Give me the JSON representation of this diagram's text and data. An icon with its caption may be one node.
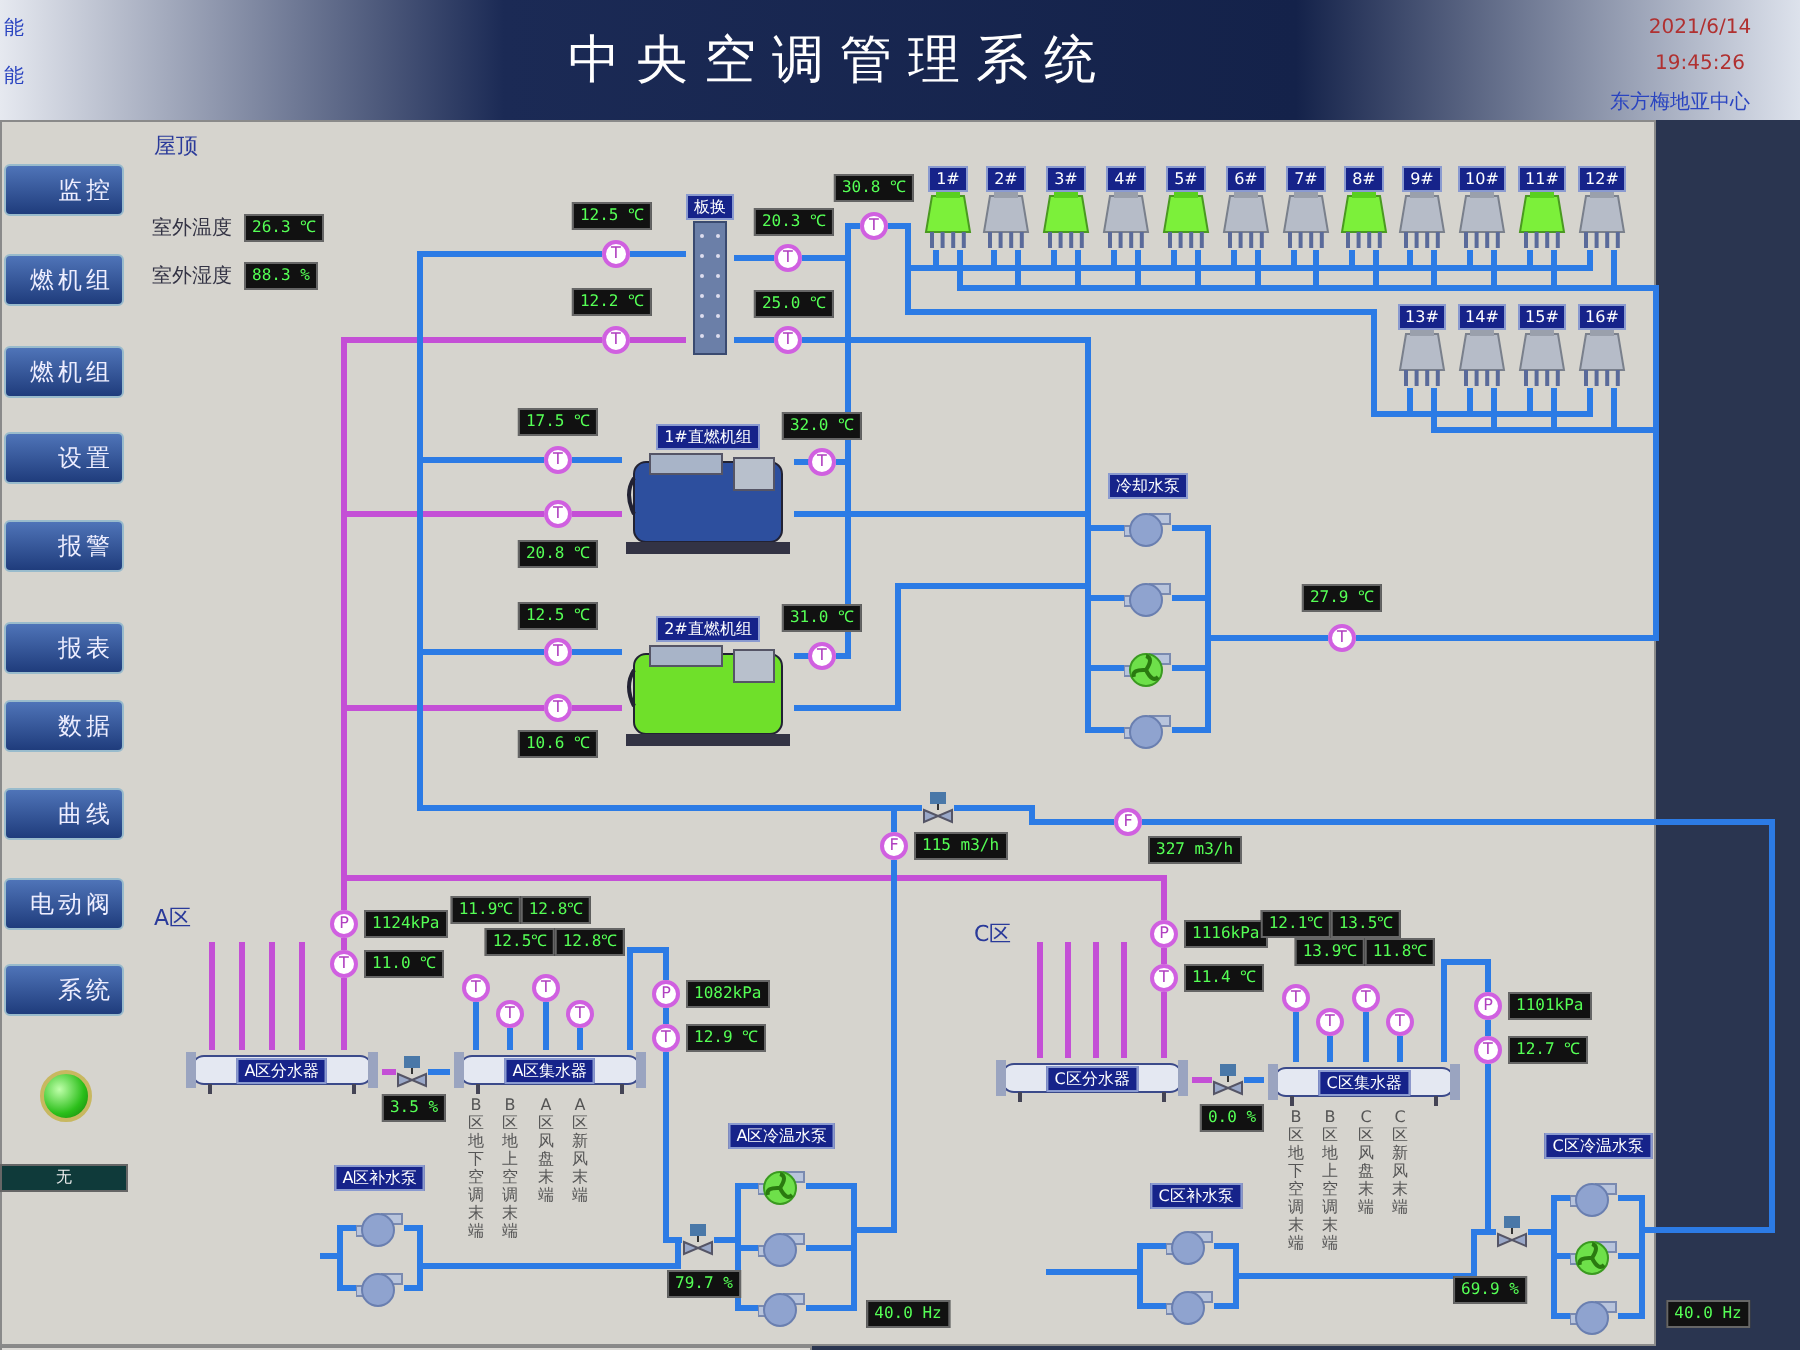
{
  "diagram": {
    "title": "中央空调管理系统",
    "nodes": [
      {
        "text": [
          "板换"
        ]
      },
      {
        "text": [
          "1#直燃机组"
        ]
      },
      {
        "text": [
          "2#直燃机组"
        ]
      },
      {
        "text": [
          "1#"
        ]
      },
      {
        "text": [
          "2#"
        ]
      },
      {
        "text": [
          "3#"
        ]
      },
      {
        "text": [
          "4#"
        ]
      },
      {
        "text": [
          "5#"
        ]
      },
      {
        "text": [
          "6#"
        ]
      },
      {
        "text": [
          "7#"
        ]
      },
      {
        "text": [
          "8#"
        ]
      },
      {
        "text": [
          "9#"
        ]
      },
      {
        "text": [
          "10#"
        ]
      },
      {
        "text": [
          "11#"
        ]
      },
      {
        "text": [
          "12#"
        ]
      },
      {
        "text": [
          "13#"
        ]
      },
      {
        "text": [
          "14#"
        ]
      },
      {
        "text": [
          "15#"
        ]
      },
      {
        "text": [
          "16#"
        ]
      },
      {
        "text": [],
        "shape": "pump"
      },
      {
        "text": [],
        "shape": "pump"
      },
      {
        "text": [],
        "shape": "pump"
      },
      {
        "text": [],
        "shape": "pump"
      },
      {
        "text": [
          "A区分水器"
        ]
      },
      {
        "text": [
          "A区集水器"
        ]
      },
      {
        "text": [],
        "shape": "pump"
      },
      {
        "text": [],
        "shape": "pump"
      },
      {
        "text": [],
        "shape": "pump"
      },
      {
        "text": [],
        "shape": "pump"
      },
      {
        "text": [],
        "shape": "pump"
      },
      {
        "text": [
          "C区分水器"
        ]
      },
      {
        "text": [
          "C区集水器"
        ]
      },
      {
        "text": [],
        "shape": "pump"
      },
      {
        "text": [],
        "shape": "pump"
      },
      {
        "text": [],
        "shape": "pump"
      },
      {
        "text": [],
        "shape": "pump"
      },
      {
        "text": [],
        "shape": "pump"
      },
      {
        "text": [],
        "shape": "valve",
        "beside": [
          "3.5 %"
        ]
      },
      {
        "text": [],
        "shape": "valve",
        "beside": [
          "79.7 %"
        ]
      },
      {
        "text": [],
        "shape": "valve",
        "beside": [
          "0.0 %"
        ]
      },
      {
        "text": [],
        "shape": "valve",
        "beside": [
          "69.9 %"
        ]
      },
      {
        "text": [
          "T"
        ],
        "beside": [
          "12.5 ℃"
        ]
      },
      {
        "text": [
          "T"
        ],
        "beside": [
          "12.2 ℃"
        ]
      },
      {
        "text": [
          "T"
        ],
        "beside": [
          "20.3 ℃"
        ]
      },
      {
        "text": [
          "T"
        ],
        "beside": [
          "25.0 ℃"
        ]
      },
      {
        "text": [
          "T"
        ],
        "beside": [
          "30.8 ℃"
        ]
      },
      {
        "text": [
          "T"
        ],
        "beside": [
          "17.5 ℃"
        ]
      },
      {
        "text": [
          "T"
        ],
        "beside": [
          "20.8 ℃"
        ]
      },
      {
        "text": [
          "T"
        ],
        "beside": [
          "32.0 ℃"
        ]
      },
      {
        "text": [
          "T"
        ],
        "beside": [
          "12.5 ℃"
        ]
      },
      {
        "text": [
          "T"
        ],
        "beside": [
          "10.6 ℃"
        ]
      },
      {
        "text": [
          "T"
        ],
        "beside": [
          "31.0 ℃"
        ]
      },
      {
        "text": [
          "T"
        ],
        "beside": [
          "27.9 ℃"
        ]
      },
      {
        "text": [
          "F"
        ],
        "beside": [
          "115 m3/h"
        ]
      },
      {
        "text": [
          "F"
        ],
        "beside": [
          "327 m3/h"
        ]
      },
      {
        "text": [
          "P"
        ],
        "beside": [
          "1124kPa"
        ]
      },
      {
        "text": [
          "T"
        ],
        "beside": [
          "11.0 ℃"
        ]
      },
      {
        "text": [
          "T"
        ]
      },
      {
        "text": [
          "T"
        ]
      },
      {
        "text": [
          "T"
        ]
      },
      {
        "text": [
          "T"
        ]
      },
      {
        "text": [
          "P"
        ],
        "beside": [
          "1082kPa"
        ]
      },
      {
        "text": [
          "T"
        ],
        "beside": [
          "12.9 ℃"
        ]
      },
      {
        "text": [
          "P"
        ],
        "beside": [
          "1116kPa"
        ]
      },
      {
        "text": [
          "T"
        ],
        "beside": [
          "11.4 ℃"
        ]
      },
      {
        "text": [
          "T"
        ]
      },
      {
        "text": [
          "T"
        ]
      },
      {
        "text": [
          "T"
        ]
      },
      {
        "text": [
          "T"
        ]
      },
      {
        "text": [
          "P"
        ],
        "beside": [
          "1101kPa"
        ]
      },
      {
        "text": [
          "T"
        ],
        "beside": [
          "12.7 ℃"
        ]
      },
      {
        "text": [],
        "shape": "valve"
      }
    ],
    "edges": [
      {
        "from": 41,
        "to": 0,
        "arrow": "none"
      },
      {
        "from": 42,
        "to": 0,
        "arrow": "none",
        "color": "#c44fd6"
      },
      {
        "from": 0,
        "to": 43,
        "arrow": "none"
      },
      {
        "from": 0,
        "to": 44,
        "arrow": "none"
      },
      {
        "from": 43,
        "to": 45,
        "arrow": "none"
      },
      {
        "from": 44,
        "to": 21,
        "arrow": "none"
      },
      {
        "from": 44,
        "to": 22,
        "arrow": "none"
      },
      {
        "from": 46,
        "to": 1,
        "arrow": "none"
      },
      {
        "from": 47,
        "to": 1,
        "arrow": "none",
        "color": "#c44fd6"
      },
      {
        "from": 1,
        "to": 48,
        "arrow": "none"
      },
      {
        "from": 49,
        "to": 2,
        "arrow": "none"
      },
      {
        "from": 50,
        "to": 2,
        "arrow": "none",
        "color": "#c44fd6"
      },
      {
        "from": 2,
        "to": 51,
        "arrow": "none"
      },
      {
        "from": 48,
        "to": 45,
        "arrow": "none"
      },
      {
        "from": 51,
        "to": 45,
        "arrow": "none"
      },
      {
        "from": 45,
        "to": 3,
        "arrow": "none"
      },
      {
        "from": 45,
        "to": 4,
        "arrow": "none"
      },
      {
        "from": 45,
        "to": 5,
        "arrow": "none"
      },
      {
        "from": 45,
        "to": 6,
        "arrow": "none"
      },
      {
        "from": 45,
        "to": 7,
        "arrow": "none"
      },
      {
        "from": 45,
        "to": 8,
        "arrow": "none"
      },
      {
        "from": 45,
        "to": 9,
        "arrow": "none"
      },
      {
        "from": 45,
        "to": 10,
        "arrow": "none"
      },
      {
        "from": 45,
        "to": 11,
        "arrow": "none"
      },
      {
        "from": 45,
        "to": 12,
        "arrow": "none"
      },
      {
        "from": 45,
        "to": 13,
        "arrow": "none"
      },
      {
        "from": 45,
        "to": 14,
        "arrow": "none"
      },
      {
        "from": 45,
        "to": 15,
        "arrow": "none"
      },
      {
        "from": 45,
        "to": 16,
        "arrow": "none"
      },
      {
        "from": 45,
        "to": 17,
        "arrow": "none"
      },
      {
        "from": 45,
        "to": 18,
        "arrow": "none"
      },
      {
        "from": 3,
        "to": 52,
        "arrow": "none"
      },
      {
        "from": 4,
        "to": 52,
        "arrow": "none"
      },
      {
        "from": 5,
        "to": 52,
        "arrow": "none"
      },
      {
        "from": 6,
        "to": 52,
        "arrow": "none"
      },
      {
        "from": 7,
        "to": 52,
        "arrow": "none"
      },
      {
        "from": 8,
        "to": 52,
        "arrow": "none"
      },
      {
        "from": 9,
        "to": 52,
        "arrow": "none"
      },
      {
        "from": 10,
        "to": 52,
        "arrow": "none"
      },
      {
        "from": 11,
        "to": 52,
        "arrow": "none"
      },
      {
        "from": 12,
        "to": 52,
        "arrow": "none"
      },
      {
        "from": 13,
        "to": 52,
        "arrow": "none"
      },
      {
        "from": 14,
        "to": 52,
        "arrow": "none"
      },
      {
        "from": 15,
        "to": 52,
        "arrow": "none"
      },
      {
        "from": 16,
        "to": 52,
        "arrow": "none"
      },
      {
        "from": 17,
        "to": 52,
        "arrow": "none"
      },
      {
        "from": 18,
        "to": 52,
        "arrow": "none"
      },
      {
        "from": 52,
        "to": 19,
        "arrow": "none"
      },
      {
        "from": 52,
        "to": 20,
        "arrow": "none"
      },
      {
        "from": 52,
        "to": 21,
        "arrow": "none"
      },
      {
        "from": 52,
        "to": 22,
        "arrow": "none"
      },
      {
        "from": 1,
        "to": 19,
        "arrow": "none"
      },
      {
        "from": 2,
        "to": 20,
        "arrow": "none"
      },
      {
        "from": 53,
        "to": 46,
        "arrow": "none"
      },
      {
        "from": 53,
        "to": 49,
        "arrow": "none"
      },
      {
        "from": 53,
        "to": 41,
        "arrow": "none"
      },
      {
        "from": 54,
        "to": 71,
        "arrow": "none"
      },
      {
        "from": 42,
        "to": 55,
        "arrow": "none",
        "color": "#c44fd6"
      },
      {
        "from": 47,
        "to": 55,
        "arrow": "none",
        "color": "#c44fd6"
      },
      {
        "from": 50,
        "to": 55,
        "arrow": "none",
        "color": "#c44fd6"
      },
      {
        "from": 42,
        "to": 63,
        "arrow": "none",
        "color": "#c44fd6"
      },
      {
        "from": 55,
        "to": 56,
        "arrow": "none",
        "color": "#c44fd6"
      },
      {
        "from": 56,
        "to": 23,
        "arrow": "none",
        "color": "#c44fd6"
      },
      {
        "from": 23,
        "to": 37,
        "arrow": "none",
        "color": "#c44fd6"
      },
      {
        "from": 37,
        "to": 24,
        "arrow": "none"
      },
      {
        "from": 57,
        "to": 24,
        "arrow": "none"
      },
      {
        "from": 58,
        "to": 24,
        "arrow": "none"
      },
      {
        "from": 59,
        "to": 24,
        "arrow": "none"
      },
      {
        "from": 60,
        "to": 24,
        "arrow": "none"
      },
      {
        "from": 24,
        "to": 61,
        "arrow": "none"
      },
      {
        "from": 61,
        "to": 62,
        "arrow": "none"
      },
      {
        "from": 62,
        "to": 38,
        "arrow": "none"
      },
      {
        "from": 38,
        "to": 27,
        "arrow": "none"
      },
      {
        "from": 38,
        "to": 28,
        "arrow": "none"
      },
      {
        "from": 38,
        "to": 29,
        "arrow": "none"
      },
      {
        "from": 27,
        "to": 53,
        "arrow": "none"
      },
      {
        "from": 28,
        "to": 53,
        "arrow": "none"
      },
      {
        "from": 29,
        "to": 53,
        "arrow": "none"
      },
      {
        "from": null,
        "to": 25,
        "arrow": "none"
      },
      {
        "from": null,
        "to": 26,
        "arrow": "none"
      },
      {
        "from": 25,
        "to": 38,
        "arrow": "none"
      },
      {
        "from": 26,
        "to": 38,
        "arrow": "none"
      },
      {
        "from": 63,
        "to": 64,
        "arrow": "none",
        "color": "#c44fd6"
      },
      {
        "from": 64,
        "to": 30,
        "arrow": "none",
        "color": "#c44fd6"
      },
      {
        "from": 30,
        "to": 39,
        "arrow": "none",
        "color": "#c44fd6"
      },
      {
        "from": 39,
        "to": 31,
        "arrow": "none"
      },
      {
        "from": 65,
        "to": 31,
        "arrow": "none"
      },
      {
        "from": 66,
        "to": 31,
        "arrow": "none"
      },
      {
        "from": 67,
        "to": 31,
        "arrow": "none"
      },
      {
        "from": 68,
        "to": 31,
        "arrow": "none"
      },
      {
        "from": 31,
        "to": 69,
        "arrow": "none"
      },
      {
        "from": 69,
        "to": 70,
        "arrow": "none"
      },
      {
        "from": 70,
        "to": 40,
        "arrow": "none"
      },
      {
        "from": 40,
        "to": 34,
        "arrow": "none"
      },
      {
        "from": 40,
        "to": 35,
        "arrow": "none"
      },
      {
        "from": 40,
        "to": 36,
        "arrow": "none"
      },
      {
        "from": 34,
        "to": 54,
        "arrow": "none"
      },
      {
        "from": 35,
        "to": 54,
        "arrow": "none"
      },
      {
        "from": 36,
        "to": 54,
        "arrow": "none"
      },
      {
        "from": null,
        "to": 32,
        "arrow": "none"
      },
      {
        "from": null,
        "to": 33,
        "arrow": "none"
      },
      {
        "from": 32,
        "to": 40,
        "arrow": "none"
      },
      {
        "from": 33,
        "to": 40,
        "arrow": "none"
      },
      {
        "from": 71,
        "to": 41,
        "arrow": "none"
      },
      {
        "from": 23,
        "to": null,
        "arrow": "none",
        "color": "#c44fd6"
      },
      {
        "from": 23,
        "to": null,
        "arrow": "none",
        "color": "#c44fd6"
      },
      {
        "from": 23,
        "to": null,
        "arrow": "none",
        "color": "#c44fd6"
      },
      {
        "from": 23,
        "to": null,
        "arrow": "none",
        "color": "#c44fd6"
      },
      {
        "from": 30,
        "to": null,
        "arrow": "none",
        "color": "#c44fd6"
      },
      {
        "from": 30,
        "to": null,
        "arrow": "none",
        "color": "#c44fd6"
      },
      {
        "from": 30,
        "to": null,
        "arrow": "none",
        "color": "#c44fd6"
      },
      {
        "from": 30,
        "to": null,
        "arrow": "none",
        "color": "#c44fd6"
      }
    ],
    "labels": [
      "能",
      "能",
      "2021/6/14",
      "19:45:26",
      "东方梅地亚中心",
      "监控",
      "燃机组",
      "燃机组",
      "设置",
      "报警",
      "报表",
      "数据",
      "曲线",
      "电动阀",
      "系统",
      "屋顶",
      "室外温度",
      "26.3 ℃",
      "室外湿度",
      "88.3 %",
      "冷却水泵",
      "A区",
      "11.9℃",
      "12.8℃",
      "12.5℃",
      "12.8℃",
      "A区补水泵",
      "A区冷温水泵",
      "B区地下空调末端",
      "B区地上空调末端",
      "A区风盘末端",
      "A区新风末端",
      "40.0 Hz",
      "C区",
      "12.1℃",
      "13.5℃",
      "13.9℃",
      "11.8℃",
      "C区补水泵",
      "C区冷温水泵",
      "B区地下空调末端",
      "B区地上空调末端",
      "C区风盘末端",
      "C区新风末端",
      "40.0 Hz",
      "无"
    ]
  }
}
